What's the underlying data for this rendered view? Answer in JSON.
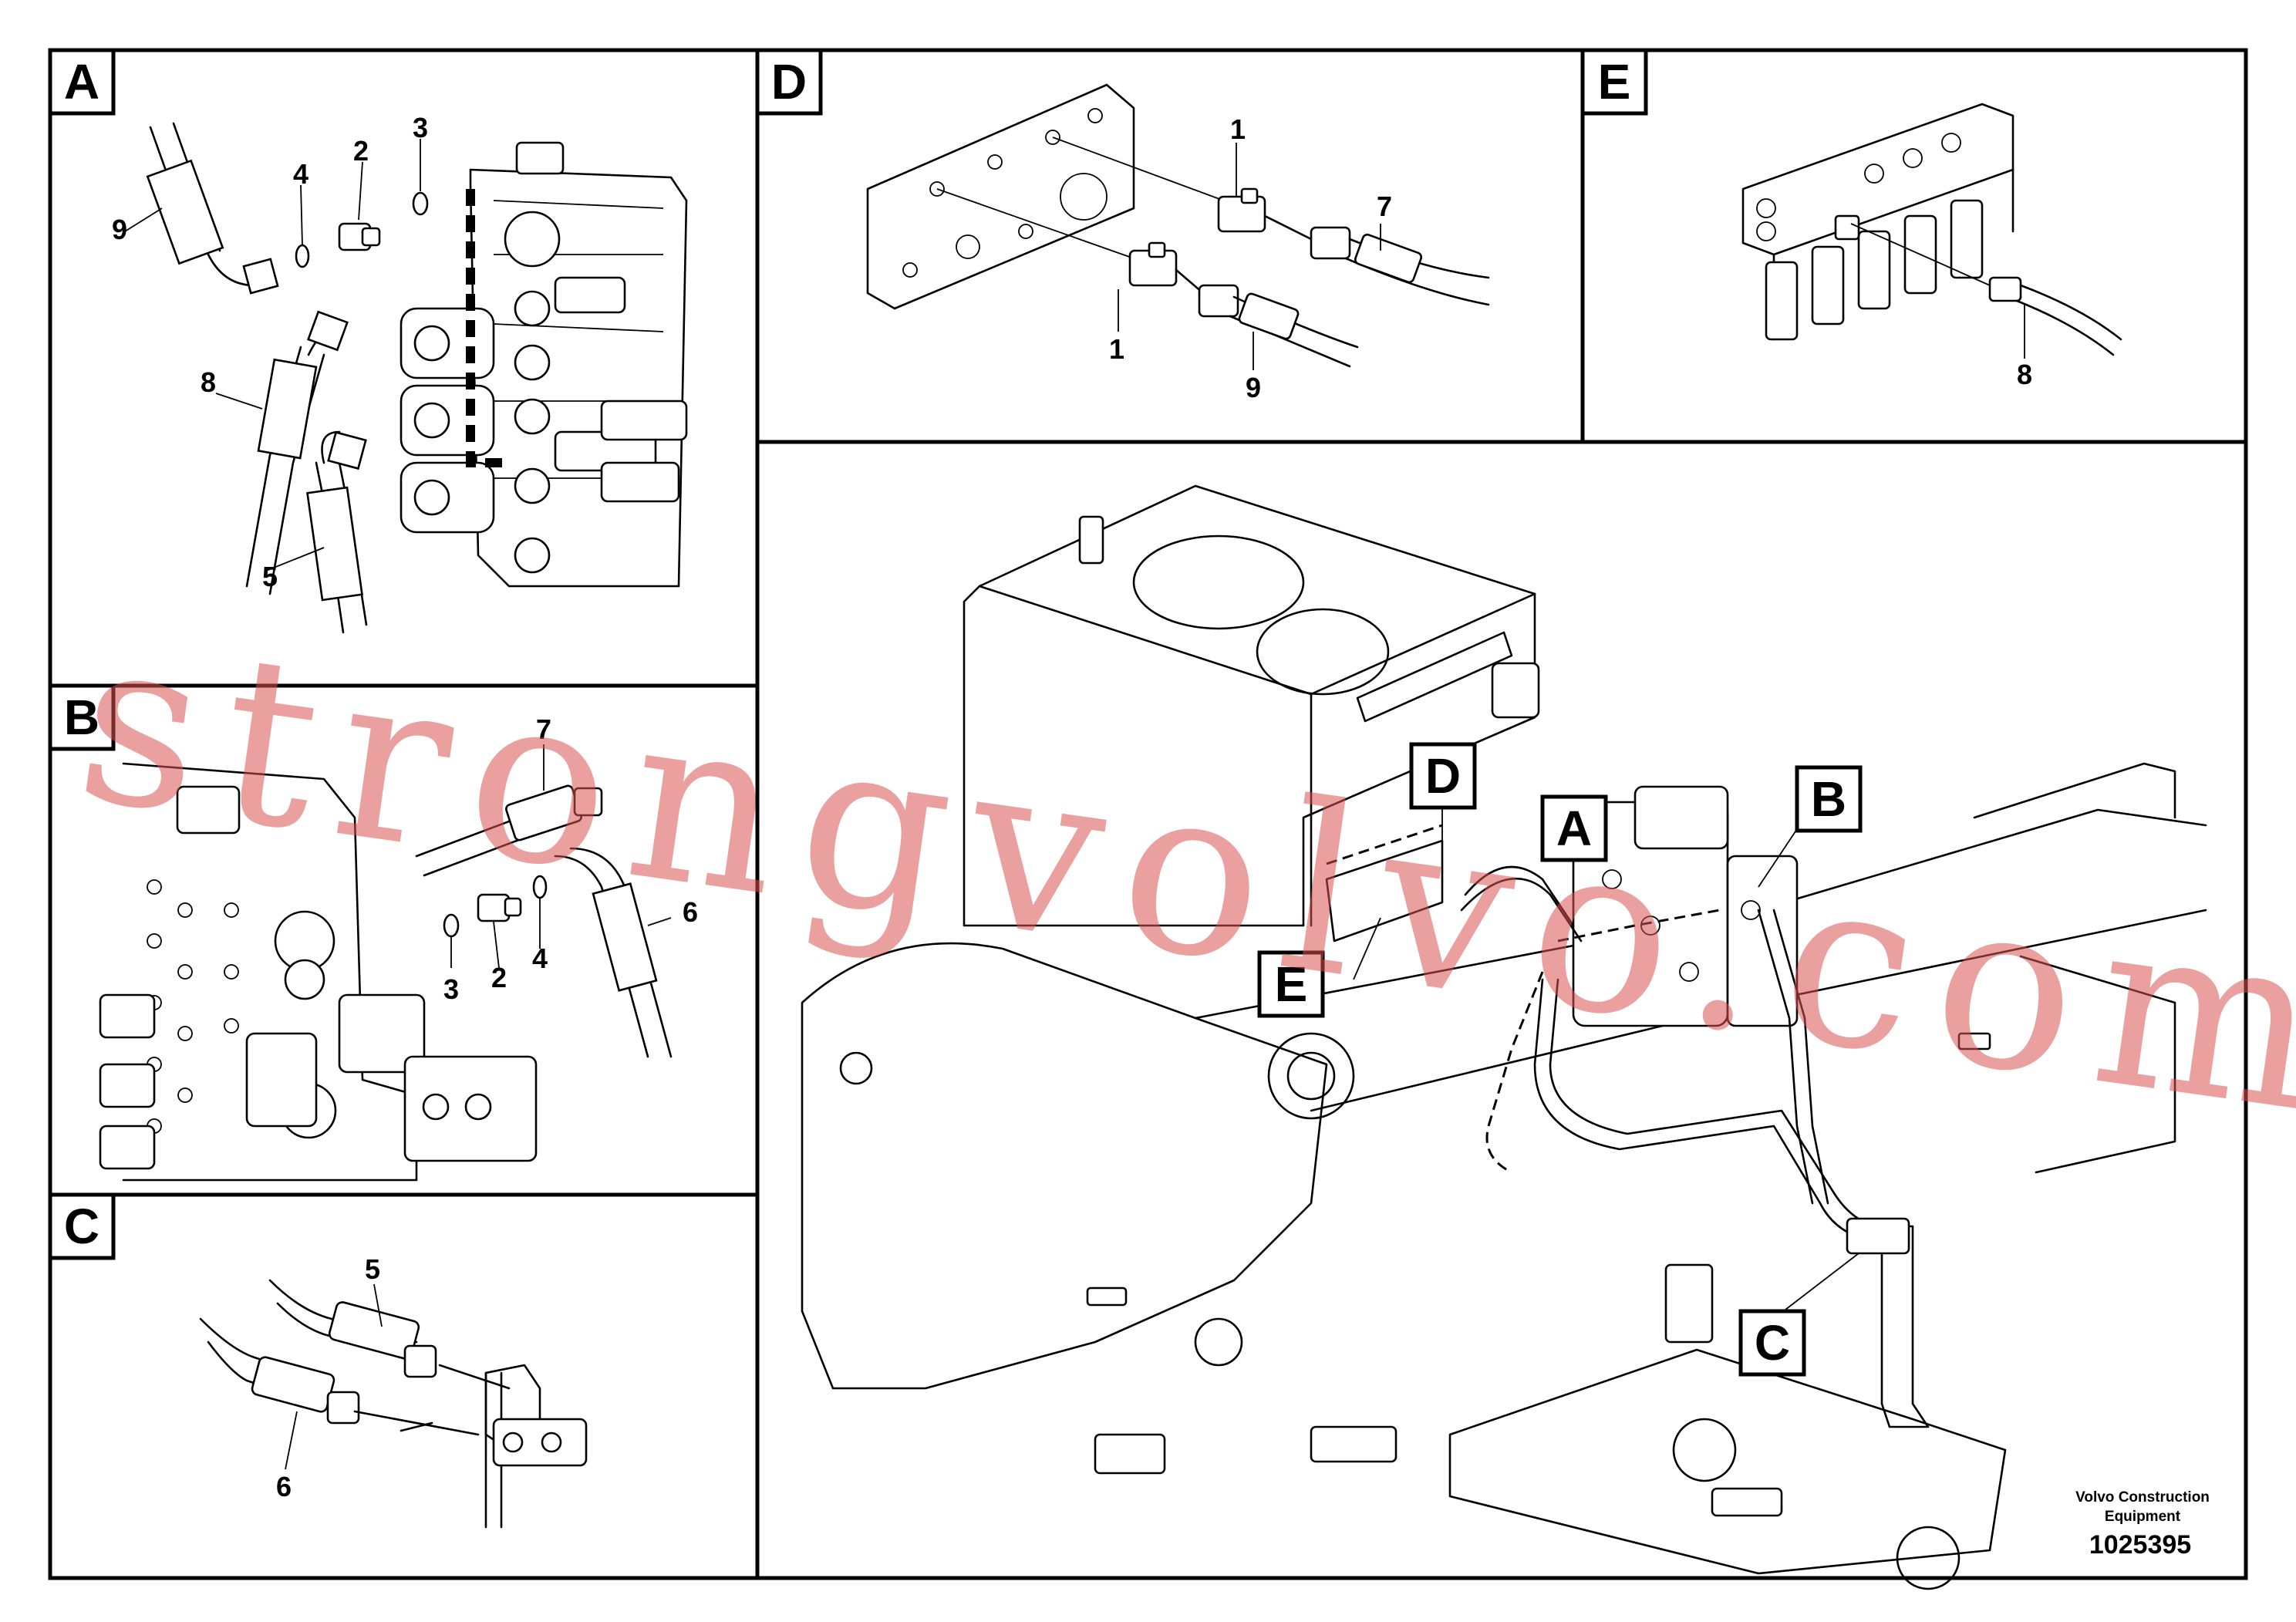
{
  "panels": [
    {
      "id": "A",
      "label": "A",
      "callouts": [
        "9",
        "4",
        "2",
        "3",
        "8",
        "5"
      ]
    },
    {
      "id": "B",
      "label": "B",
      "callouts": [
        "7",
        "6",
        "3",
        "2",
        "4"
      ]
    },
    {
      "id": "C",
      "label": "C",
      "callouts": [
        "5",
        "6"
      ]
    },
    {
      "id": "D",
      "label": "D",
      "callouts": [
        "1",
        "7",
        "1",
        "9"
      ]
    },
    {
      "id": "E",
      "label": "E",
      "callouts": [
        "8"
      ]
    }
  ],
  "overview_labels": [
    "D",
    "A",
    "B",
    "E",
    "C"
  ],
  "footer": {
    "company_line1": "Volvo Construction",
    "company_line2": "Equipment",
    "drawing_number": "1025395"
  },
  "watermark": "strongvolvo.com"
}
